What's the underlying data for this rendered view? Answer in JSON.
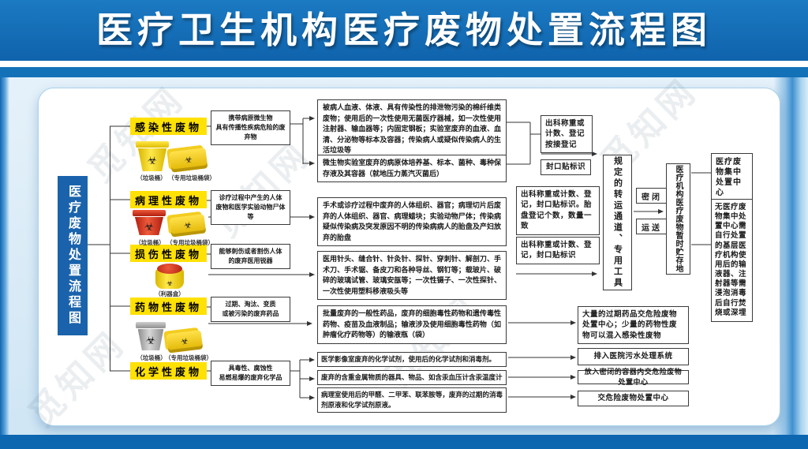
{
  "title": "医疗卫生机构医疗废物处置流程图",
  "watermark": "觅知网",
  "side_label": "医疗废物处置流程图",
  "icons": {
    "biohazard": "☣"
  },
  "icon_labels": {
    "bin": "（垃圾桶）",
    "bag": "（专用垃圾桶袋）",
    "sharps": "（利器盒）"
  },
  "categories": [
    {
      "label": "感染性废物",
      "desc": "携带病原微生物\n具有传播性疾病危险的废弃物"
    },
    {
      "label": "病理性废物",
      "desc": "诊疗过程中产生的人体\n废物和医学实验动物尸体等"
    },
    {
      "label": "损伤性废物",
      "desc": "能够刺伤或者割伤人体\n的废弃医用锐器"
    },
    {
      "label": "药物性废物",
      "desc": "过期、淘汰、变质\n或被污染的废弃药品"
    },
    {
      "label": "化学性废物",
      "desc": "具毒性、腐蚀性\n易燃易爆的废弃化学品"
    }
  ],
  "detail_boxes": {
    "infectious_1": "被病人血液、体液、具有传染性的排泄物污染的棉纤维类废物；使用后的一次性使用无菌医疗器械，如一次性使用注射器、输血器等；内固定钢板；实验室废弃的血液、血清、分泌物等标本及容器；传染病人或疑似传染病人的生活垃圾等",
    "infectious_2": "微生物实验室废弃的病原体培养基、标本、菌种、毒种保存液及其容器（就地压力蒸汽灭菌后）",
    "pathological": "手术或诊疗过程中废弃的人体组织、器官；病理切片后废弃的人体组织、器官、病理蜡块；实验动物尸体；传染病疑似传染病及突发原因不明的传染病病人的胎盘及产妇放弃的胎盘",
    "sharp": "医用针头、缝合针、针灸针、探针、穿刺针、解剖刀、手术刀、手术锯、备皮刀和各种导丝、钢钉等；载玻片、破碎的玻璃试管、玻璃安瓿等；一次性镊子、一次性探针、一次性使用塑料移液吸头等",
    "pharmaceutical": "批量废弃的一般性药品，废弃的细胞毒性药物和遗传毒性药物、疫苗及血液制品；输液涉及使用细胞毒性药物（如肿瘤化疗药物等）的输液瓶（袋）",
    "chemical_1": "医学影像室废弃的化学试剂，使用后的化学试剂和消毒剂。",
    "chemical_2": "废弃的含重金属物质的器具、物品、如含汞血压计含汞温度计",
    "chemical_3": "病理室使用后的甲醛、二甲苯、联苯胺等，废弃的过期的消毒剂原液和化学试剂原液。"
  },
  "step_boxes": {
    "weigh_register": "出科称重或计数、登记按接登记",
    "seal_label": "封口贴标识",
    "weigh_seal_placenta": "出科称重或计数、登记，封口贴标识。胎盘登记个数，数量一致",
    "weigh_seal": "出科称重或计数、登记，封口贴标识"
  },
  "transport": {
    "channel": "规定的转运通道、专用工具",
    "sealed": "密闭",
    "deliver": "运送",
    "storage": "医疗机构医疗废物暂时贮存地"
  },
  "destinations": {
    "central": "医疗废物集中处置中心",
    "self_dispose": "无医疗废物集中处置中心需自行处置的基层医疗机构使用后的输液器、注射器等需浸泡消毒后自行焚烧或深埋"
  },
  "chemical_routes": {
    "expired_drugs": "大量的过期药品交危险废物处置中心；少量的药物性废物可以混入感染性废物",
    "sewage": "排入医院污水处理系统",
    "sealed_container": "放入密闭的容器内交危险废物处置中心",
    "hazard_center": "交危险废物处置中心"
  }
}
